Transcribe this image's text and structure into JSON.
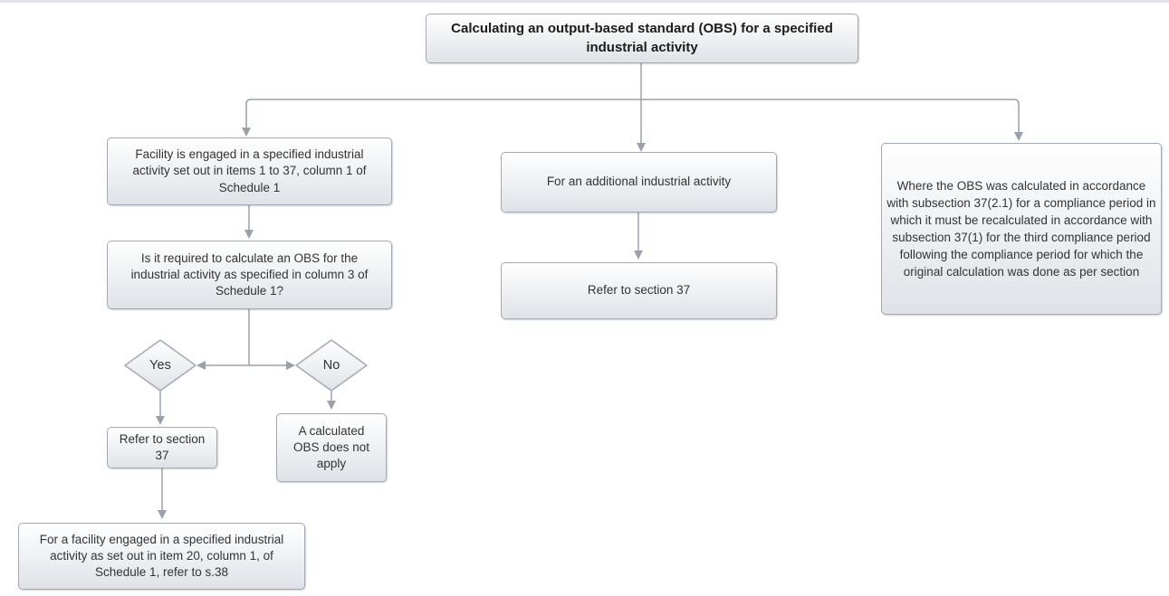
{
  "colors": {
    "node_border": "#a3aab6",
    "node_fill_top": "#ffffff",
    "node_fill_bottom": "#dfe2e7",
    "connector": "#9aa1ac",
    "text": "#333333",
    "top_edge": "#e2e2ea"
  },
  "flowchart": {
    "root": {
      "label": "Calculating an output-based standard (OBS) for a specified industrial activity"
    },
    "left_branch": {
      "facility_engaged": "Facility is engaged in a specified industrial activity set out in items 1 to 37, column 1 of Schedule 1",
      "obs_required_question": "Is it required to calculate an OBS for the industrial activity as specified in column 3 of Schedule 1?",
      "yes_label": "Yes",
      "no_label": "No",
      "yes_result": "Refer to section 37",
      "no_result": "A calculated OBS does not apply",
      "item20_note": "For a facility engaged in a specified industrial activity as set out in item 20, column 1, of Schedule 1, refer to s.38"
    },
    "middle_branch": {
      "additional_activity": "For an additional industrial activity",
      "refer_section": "Refer to section 37"
    },
    "right_branch": {
      "recalculation_note": "Where the OBS was calculated in accordance with subsection 37(2.1) for a compliance period in which it must be recalculated in accordance with subsection 37(1) for the third compliance period following the compliance period for which the original calculation was done as per section"
    }
  }
}
